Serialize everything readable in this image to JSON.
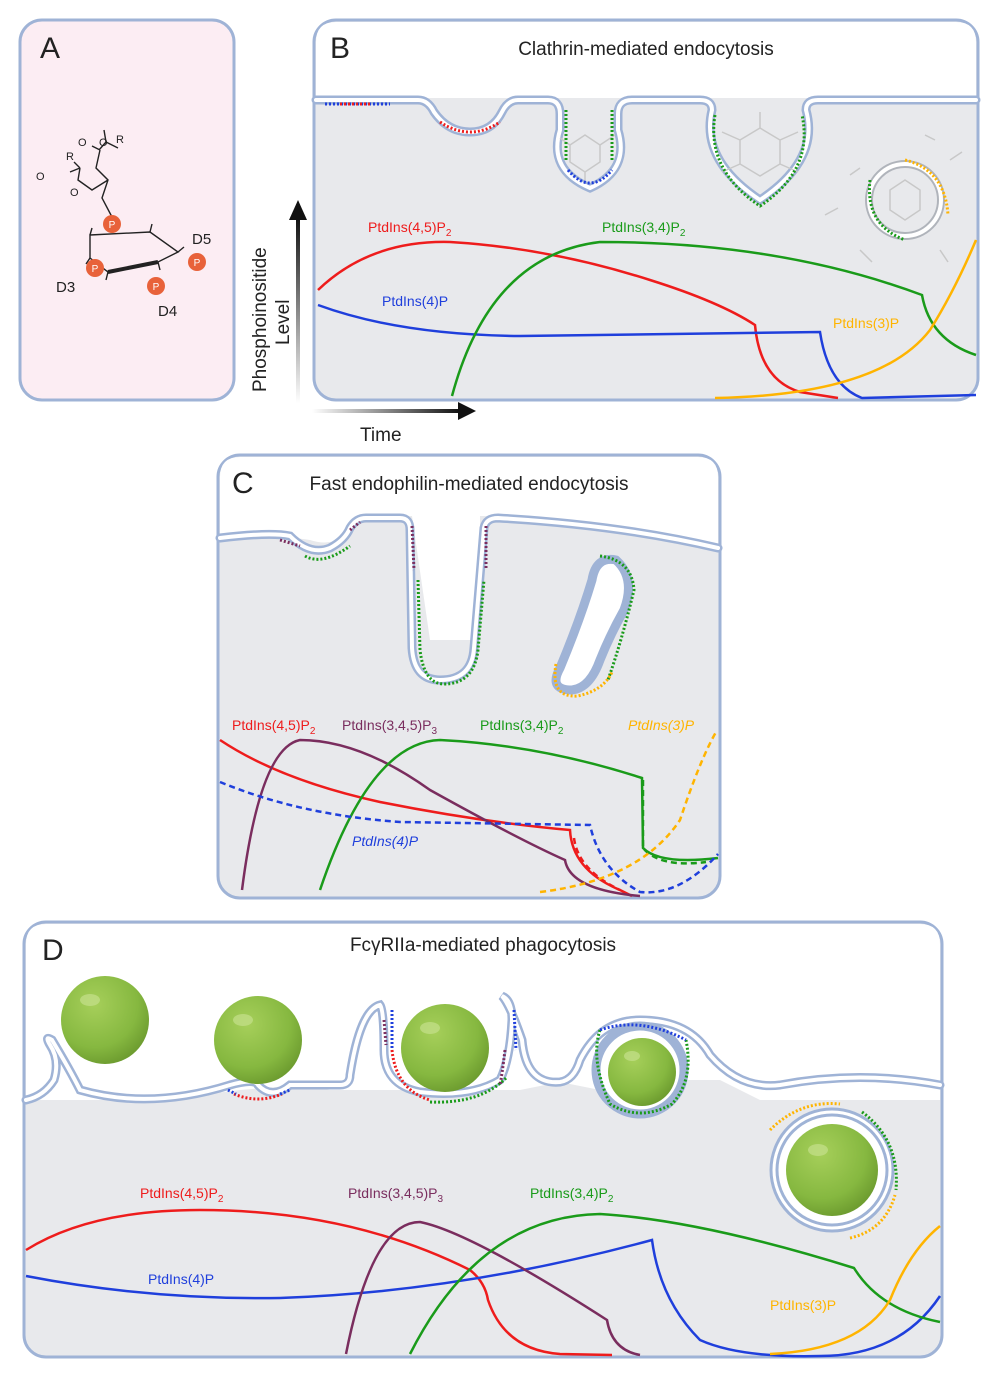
{
  "panels": {
    "a": {
      "letter": "A"
    },
    "b": {
      "letter": "B",
      "title": "Clathrin-mediated endocytosis",
      "labels": {
        "pi45p2": "PtdIns(4,5)P",
        "pi34p2": "PtdIns(3,4)P",
        "pi4p": "PtdIns(4)P",
        "pi3p": "PtdIns(3)P",
        "sub2": "2"
      }
    },
    "c": {
      "letter": "C",
      "title": "Fast endophilin-mediated endocytosis",
      "labels": {
        "pi45p2": "PtdIns(4,5)P",
        "pip3": "PtdIns(3,4,5)P",
        "pi34p2": "PtdIns(3,4)P",
        "pi3p": "PtdIns(3)P",
        "pi4p": "PtdIns(4)P",
        "sub2": "2",
        "sub3": "3"
      }
    },
    "d": {
      "letter": "D",
      "title": "FcγRIIa-mediated phagocytosis",
      "labels": {
        "pi45p2": "PtdIns(4,5)P",
        "pip3": "PtdIns(3,4,5)P",
        "pi34p2": "PtdIns(3,4)P",
        "pi4p": "PtdIns(4)P",
        "pi3p": "PtdIns(3)P",
        "sub2": "2",
        "sub3": "3"
      }
    }
  },
  "molecule": {
    "phosphate": "P",
    "r_group": "R",
    "oxygen": "O",
    "d3": "D3",
    "d4": "D4",
    "d5": "D5"
  },
  "axes": {
    "y_label_line1": "Phosphoinositide",
    "y_label_line2": "Level",
    "x_label": "Time"
  },
  "colors": {
    "pi45p2": "#ee1c1c",
    "pi4p": "#1f3fdc",
    "pi34p2": "#1a9b1a",
    "pi3p": "#ffb400",
    "pip3": "#7a2d5e",
    "panel_border": "#9fb3d6",
    "cytoplasm": "#e8e9ec",
    "membrane": "#b8c6de",
    "bead": "#8fbf45",
    "phosphate": "#e8623a"
  }
}
